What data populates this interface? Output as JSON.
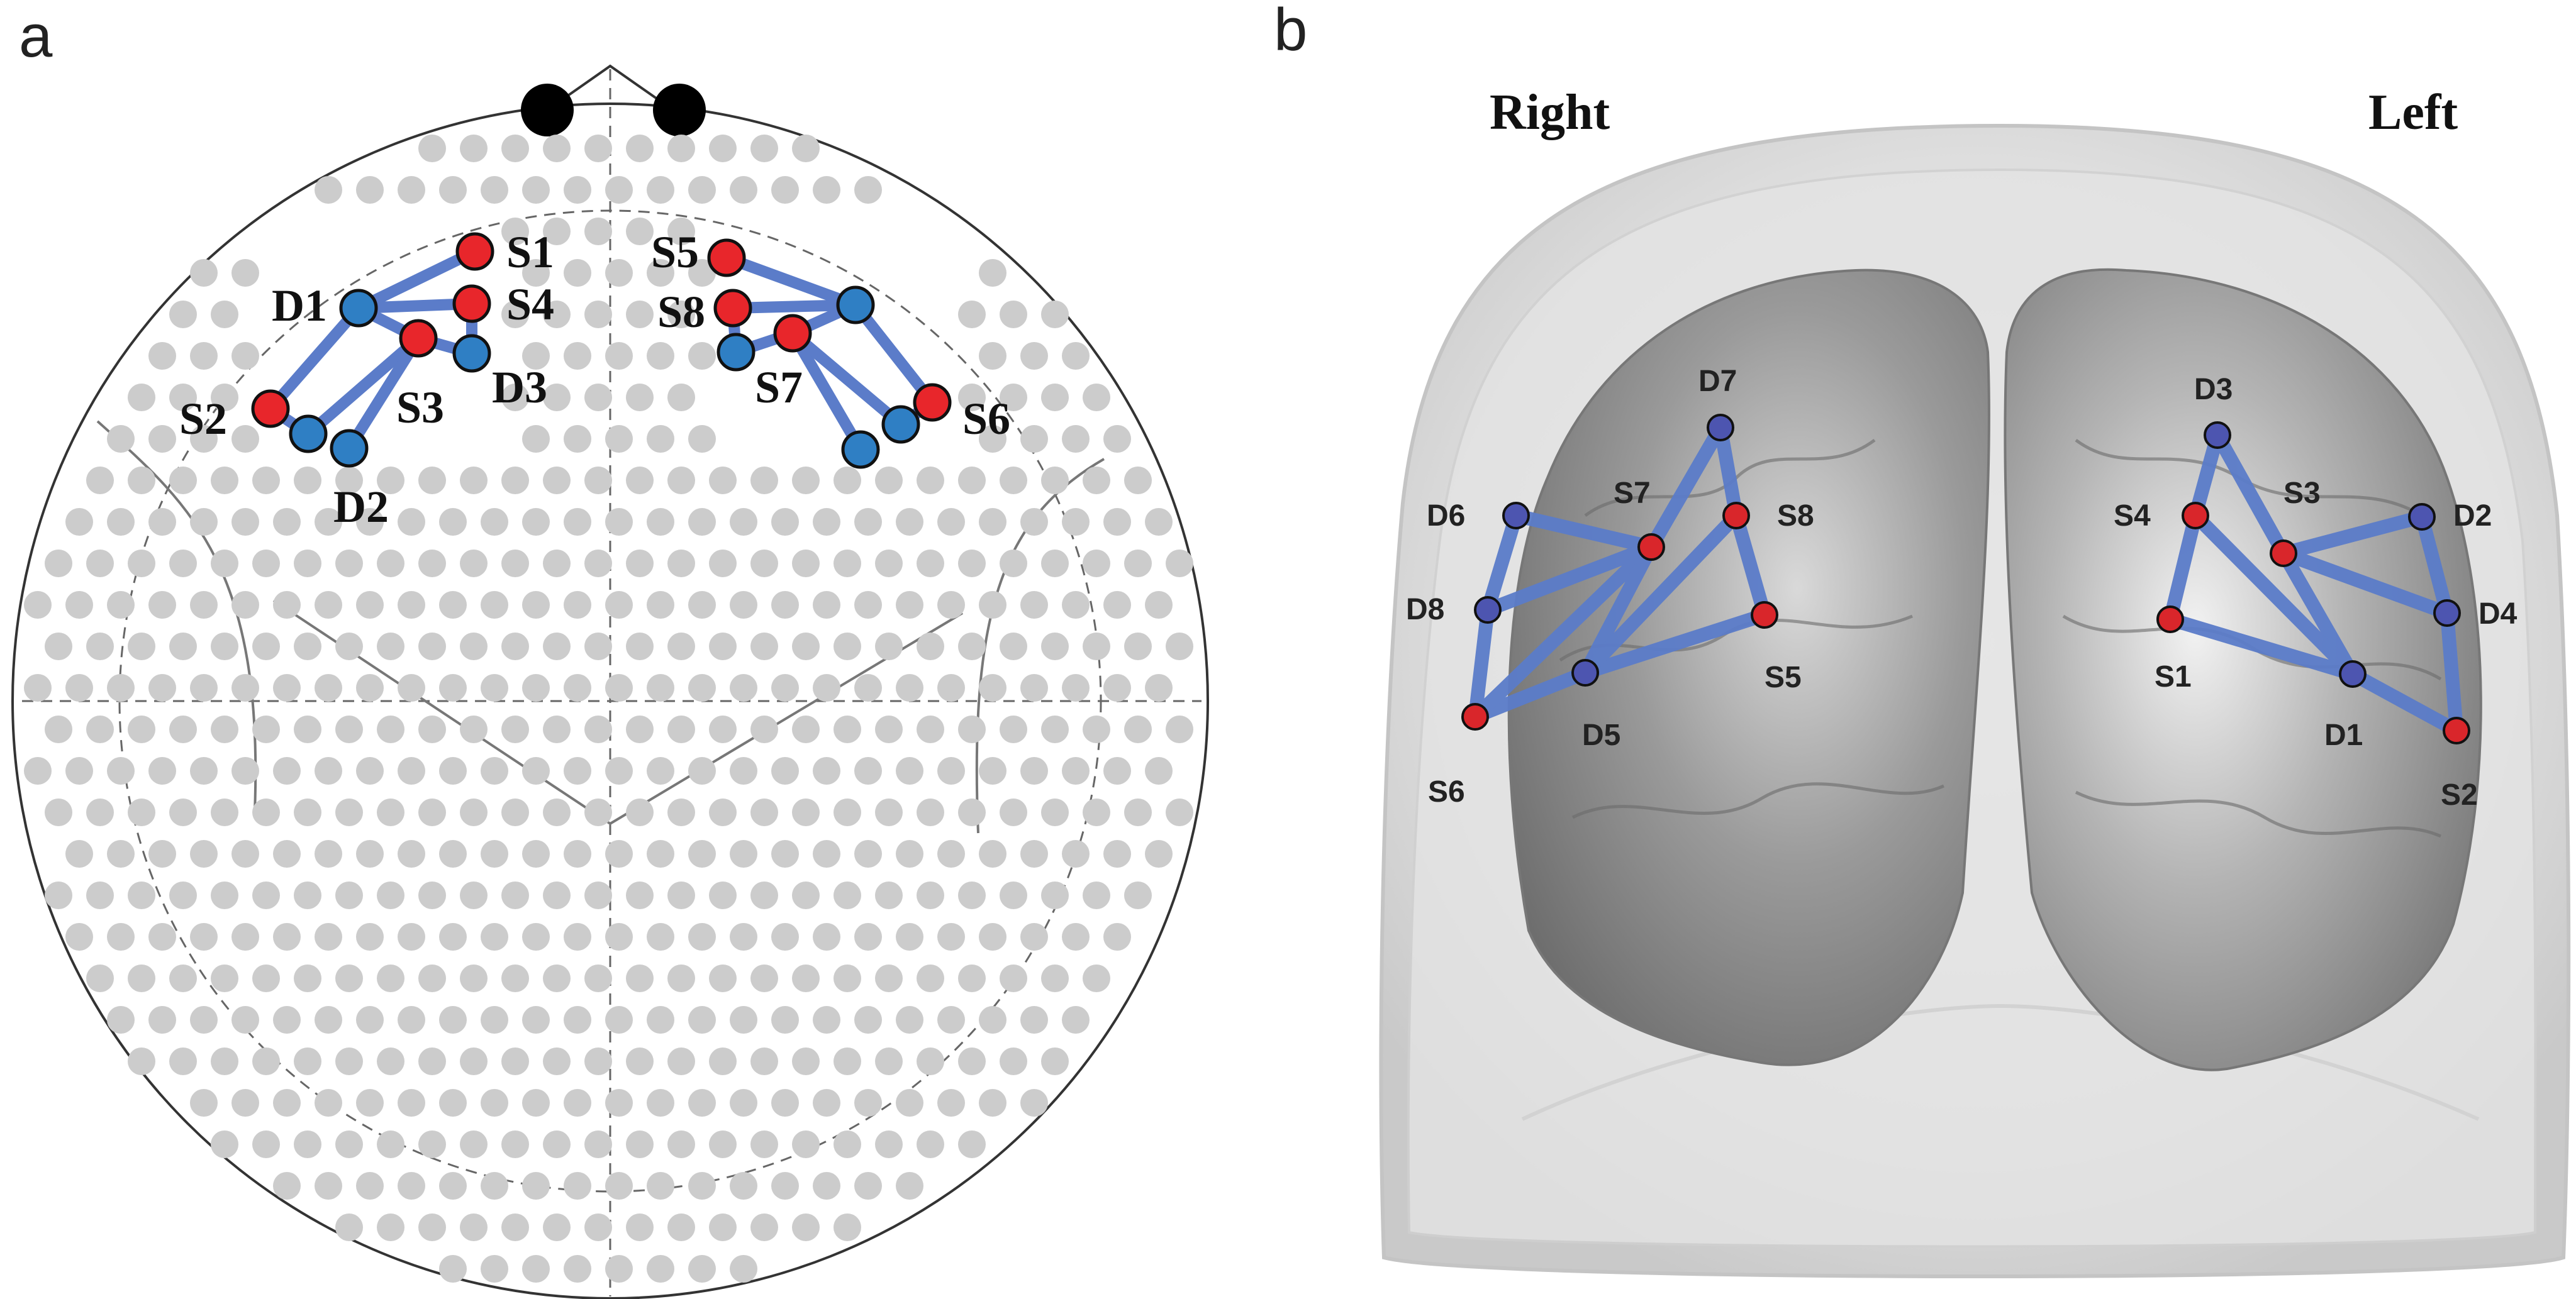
{
  "panel_a": {
    "label": "a",
    "colors": {
      "source": "#e8262b",
      "detector": "#2f7fc4",
      "link": "#5b7cc9",
      "grid_dot": "#cccccc",
      "fiducial": "#000000"
    },
    "optodes": [
      {
        "id": "S1",
        "label": "S1",
        "kind": "source"
      },
      {
        "id": "S4",
        "label": "S4",
        "kind": "source"
      },
      {
        "id": "S3",
        "label": "S3",
        "kind": "source"
      },
      {
        "id": "S2",
        "label": "S2",
        "kind": "source"
      },
      {
        "id": "D1",
        "label": "D1",
        "kind": "detector"
      },
      {
        "id": "D3",
        "label": "D3",
        "kind": "detector"
      },
      {
        "id": "D2",
        "label": "D2",
        "kind": "detector"
      },
      {
        "id": "S5",
        "label": "S5",
        "kind": "source"
      },
      {
        "id": "S8",
        "label": "S8",
        "kind": "source"
      },
      {
        "id": "S7",
        "label": "S7",
        "kind": "source"
      },
      {
        "id": "S6",
        "label": "S6",
        "kind": "source"
      }
    ]
  },
  "panel_b": {
    "label": "b",
    "side_right": "Right",
    "side_left": "Left",
    "colors": {
      "source": "#d9262b",
      "detector": "#4d55b0",
      "link": "#5b7cc9",
      "head": "#dcdcdc",
      "brain": "#8d8d8d"
    },
    "optodes": [
      {
        "id": "D7",
        "label": "D7",
        "kind": "detector"
      },
      {
        "id": "D6",
        "label": "D6",
        "kind": "detector"
      },
      {
        "id": "S7",
        "label": "S7",
        "kind": "source"
      },
      {
        "id": "S8",
        "label": "S8",
        "kind": "source"
      },
      {
        "id": "D8",
        "label": "D8",
        "kind": "detector"
      },
      {
        "id": "S5",
        "label": "S5",
        "kind": "source"
      },
      {
        "id": "D5",
        "label": "D5",
        "kind": "detector"
      },
      {
        "id": "S6",
        "label": "S6",
        "kind": "source"
      },
      {
        "id": "D3",
        "label": "D3",
        "kind": "detector"
      },
      {
        "id": "S4",
        "label": "S4",
        "kind": "source"
      },
      {
        "id": "S3",
        "label": "S3",
        "kind": "source"
      },
      {
        "id": "D2",
        "label": "D2",
        "kind": "detector"
      },
      {
        "id": "D4",
        "label": "D4",
        "kind": "detector"
      },
      {
        "id": "S1",
        "label": "S1",
        "kind": "source"
      },
      {
        "id": "D1",
        "label": "D1",
        "kind": "detector"
      },
      {
        "id": "S2",
        "label": "S2",
        "kind": "source"
      }
    ]
  }
}
